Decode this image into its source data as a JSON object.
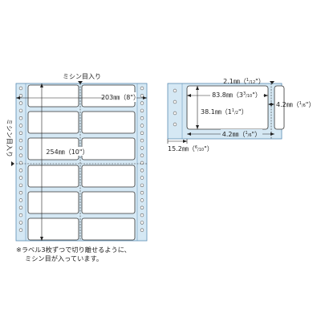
{
  "left_diagram": {
    "perforation_top_label": "ミシン目入り",
    "perforation_side_label": "ミシン目入り",
    "width_label": "203㎜（8\"）",
    "height_label": "254㎜（10\"）"
  },
  "right_diagram": {
    "top_margin_label": "2.1㎜（",
    "top_margin_frac_num": "1",
    "top_margin_frac_den": "12",
    "top_margin_suffix": "\"）",
    "label_width_label": "83.8㎜（3",
    "label_width_frac_num": "3",
    "label_width_frac_den": "10",
    "label_width_suffix": "\"）",
    "label_height_label": "38.1㎜（1",
    "label_height_frac_num": "1",
    "label_height_frac_den": "2",
    "label_height_suffix": "\"）",
    "gap_label": "4.2㎜（",
    "gap_frac_num": "1",
    "gap_frac_den": "6",
    "gap_suffix": "\"）",
    "side_gap_label": "4.2㎜（",
    "side_gap_frac_num": "1",
    "side_gap_frac_den": "6",
    "side_gap_suffix": "\"）",
    "side_margin_label": "15.2㎜（",
    "side_margin_frac_num": "6",
    "side_margin_frac_den": "10",
    "side_margin_suffix": "\"）"
  },
  "note": {
    "line1": "※ラベル3枚ずつで切り離せるように、",
    "line2": "ミシン目が入っています。"
  },
  "colors": {
    "sheet_fill": "#d5e8f4",
    "sheet_stroke": "#5a8cb4",
    "label_stroke": "#333333"
  }
}
